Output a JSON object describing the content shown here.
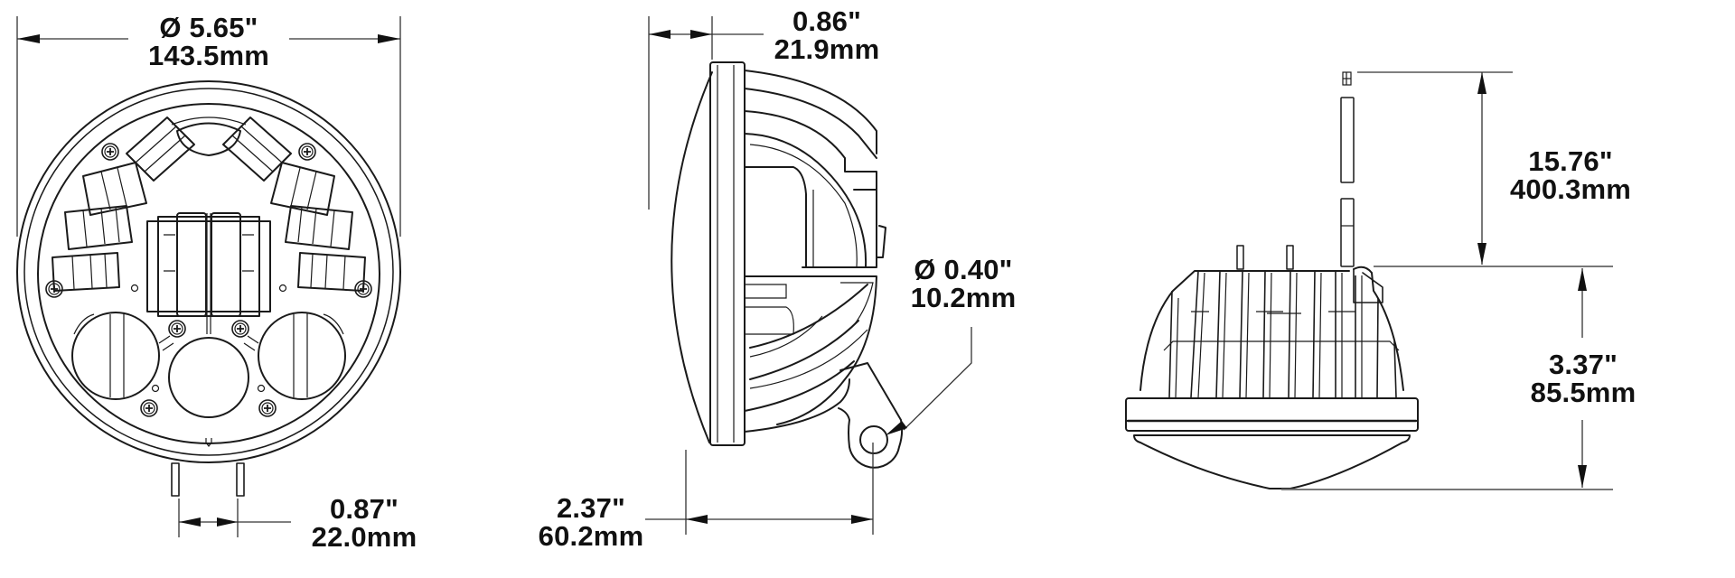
{
  "drawing": {
    "title": "LED headlight dimensional drawing",
    "views": [
      "front-view",
      "side-view",
      "top-view"
    ]
  },
  "dimensions": {
    "overall_diameter": {
      "imperial": "Ø 5.65\"",
      "metric": "143.5mm"
    },
    "pin_spacing": {
      "imperial": "0.87\"",
      "metric": "22.0mm"
    },
    "bezel_depth": {
      "imperial": "0.86\"",
      "metric": "21.9mm"
    },
    "mount_hole_diameter": {
      "imperial": "Ø 0.40\"",
      "metric": "10.2mm"
    },
    "mount_offset": {
      "imperial": "2.37\"",
      "metric": "60.2mm"
    },
    "wire_length": {
      "imperial": "15.76\"",
      "metric": "400.3mm"
    },
    "overall_depth": {
      "imperial": "3.37\"",
      "metric": "85.5mm"
    }
  },
  "colors": {
    "line": "#1a1a1a",
    "dimension_line": "#777777",
    "background": "#ffffff"
  }
}
